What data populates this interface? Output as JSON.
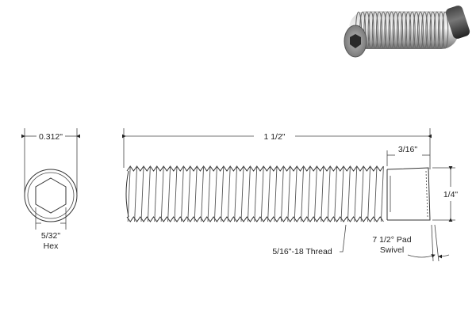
{
  "dimensions": {
    "head_diameter": "0.312\"",
    "overall_length": "1 1/2\"",
    "pad_length": "3/16\"",
    "pad_diameter": "1/4\"",
    "hex_size_line1": "5/32\"",
    "hex_size_line2": "Hex",
    "thread_spec": "5/16\"-18 Thread",
    "swivel_line1": "7 1/2° Pad",
    "swivel_line2": "Swivel"
  },
  "render_view": {
    "description_icon": "screw-3d-render"
  },
  "colors": {
    "line": "#333333",
    "text": "#222222",
    "render_body": "#9a9a9a",
    "render_dark": "#3a3a3a"
  }
}
